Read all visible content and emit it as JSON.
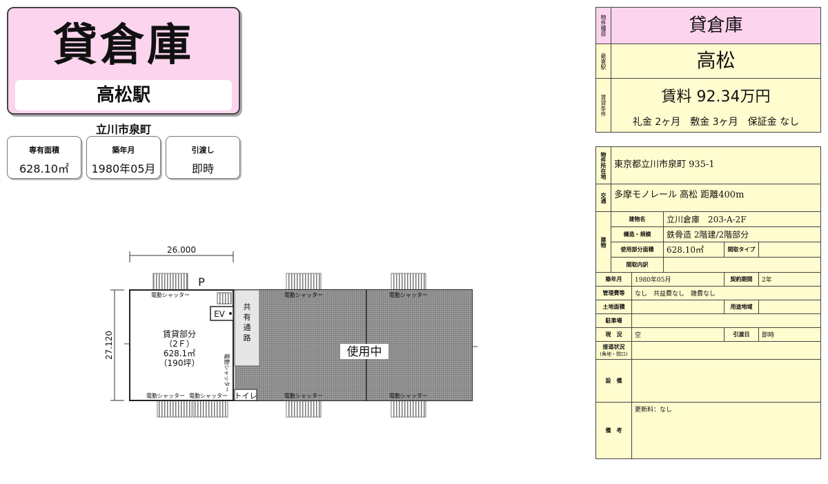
{
  "header": {
    "title": "貸倉庫",
    "station": "高松駅"
  },
  "address_short": "立川市泉町",
  "specs": [
    {
      "label": "専有面積",
      "value": "628.10㎡"
    },
    {
      "label": "築年月",
      "value": "1980年05月"
    },
    {
      "label": "引渡し",
      "value": "即時"
    }
  ],
  "plan": {
    "width_dim": "26.000",
    "height_dim": "27.120",
    "parking": "P",
    "ev": "EV",
    "corridor": "共有通路",
    "toilet": "トイレ",
    "shutter": "電動シャッター",
    "rental_lines": [
      "賃貸部分",
      "（2Ｆ）",
      "628.1㎡",
      "（190坪）"
    ],
    "in_use": "使用中"
  },
  "summary": {
    "type_label": "物件種目",
    "type_value": "貸倉庫",
    "station_label": "最寄駅",
    "station_value": "高松",
    "conditions_label": "賃貸条件",
    "rent": "賃料 92.34万円",
    "fees": "礼金 2ヶ月　敷金 3ヶ月　保証金 なし"
  },
  "detail": {
    "address_label": "物件所在地",
    "address": "東京都立川市泉町 935-1",
    "traffic_label": "交通",
    "traffic": "多摩モノレール 高松 距離400m",
    "building_label": "建物",
    "bname_label": "建物名",
    "bname": "立川倉庫　203-A-2F",
    "struct_label": "構造・規模",
    "struct": "鉄骨造 2階建/2階部分",
    "area_label": "使用部分面積",
    "area": "628.10㎡",
    "layout_type_label": "間取タイプ",
    "layout_type": "",
    "layout_detail_label": "間取内訳",
    "built_label": "築年月",
    "built": "1980年05月",
    "contract_label": "契約期間",
    "contract": "2年",
    "mgmt_label": "管理費等",
    "mgmt": "なし　共益費なし　雑費なし",
    "land_label": "土地面積",
    "use_label": "用途地域",
    "parking_label": "駐車場",
    "status_label": "現　況",
    "status": "空",
    "delivery_label": "引渡日",
    "delivery": "即時",
    "road_label": "接道状況",
    "road_sub": "(角地・間口)",
    "equip_label": "設　備",
    "remarks_label": "備　考",
    "remarks": "更新料：なし"
  }
}
